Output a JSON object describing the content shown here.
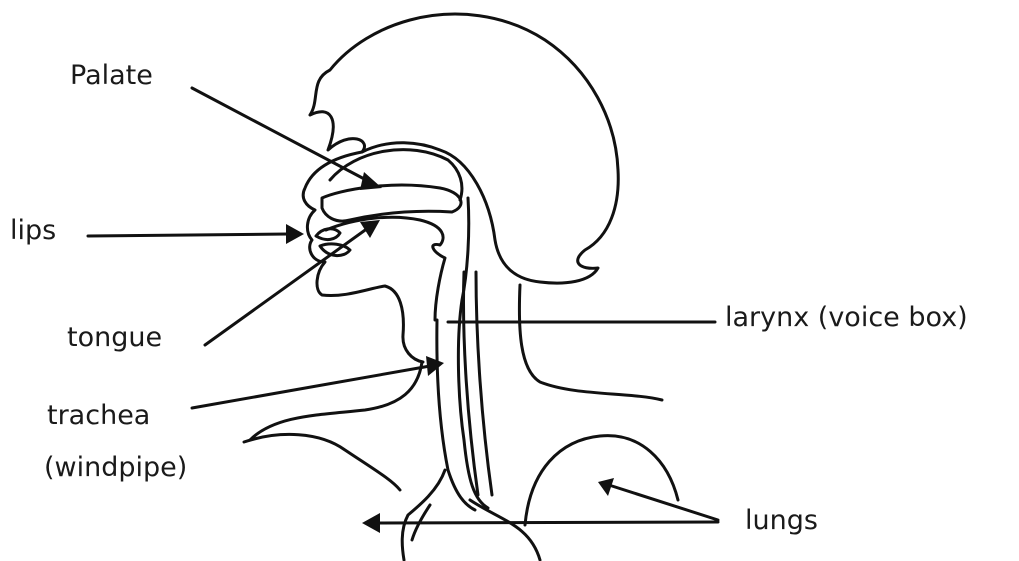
{
  "labels": {
    "palate": "Palate",
    "lips": "lips",
    "tongue": "tongue",
    "trachea": "trachea",
    "trachea_note": "(windpipe)",
    "larynx": "larynx (voice box)",
    "lungs": "lungs"
  },
  "colors": {
    "ink": "#111111",
    "background": "#ffffff"
  }
}
